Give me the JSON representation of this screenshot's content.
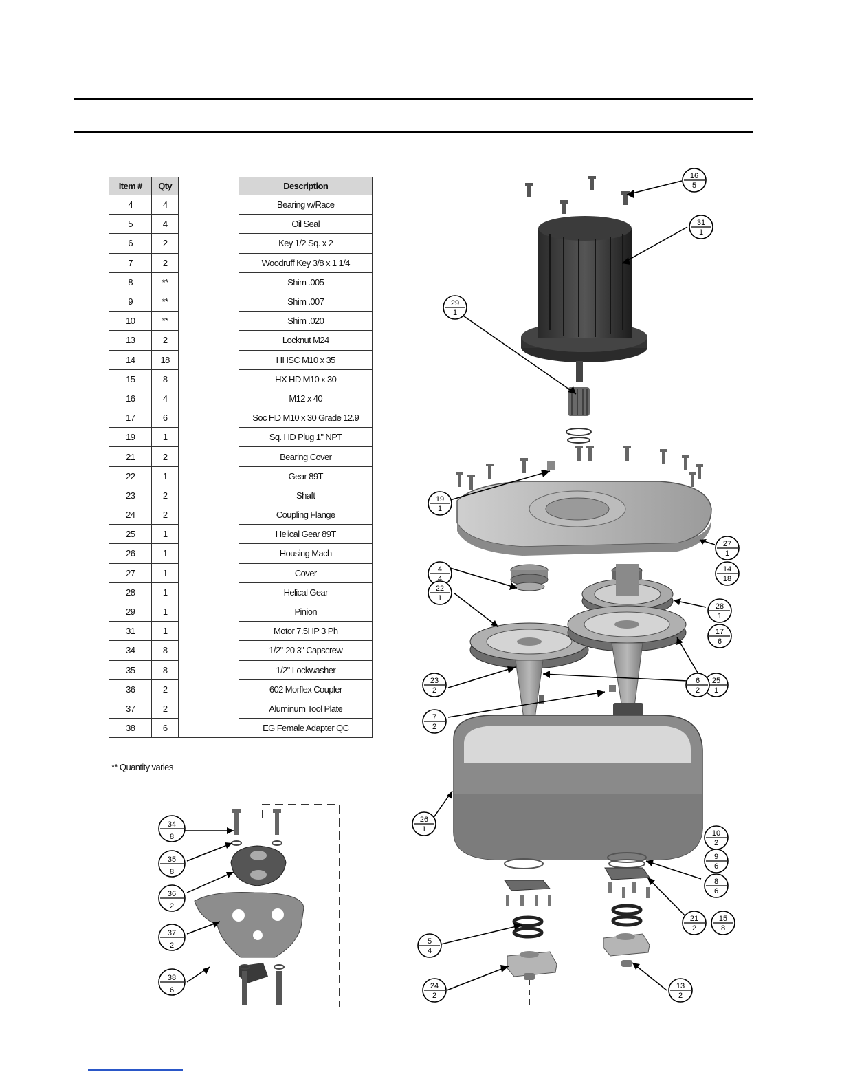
{
  "table": {
    "headers": [
      "Item #",
      "Qty",
      "",
      "Description"
    ],
    "rows": [
      [
        "4",
        "4",
        "Bearing w/Race"
      ],
      [
        "5",
        "4",
        "Oil Seal"
      ],
      [
        "6",
        "2",
        "Key 1/2 Sq. x 2"
      ],
      [
        "7",
        "2",
        "Woodruff Key 3/8 x 1 1/4"
      ],
      [
        "8",
        "**",
        "Shim .005"
      ],
      [
        "9",
        "**",
        "Shim .007"
      ],
      [
        "10",
        "**",
        "Shim .020"
      ],
      [
        "13",
        "2",
        "Locknut M24"
      ],
      [
        "14",
        "18",
        "HHSC M10 x 35"
      ],
      [
        "15",
        "8",
        "HX HD M10 x 30"
      ],
      [
        "16",
        "4",
        "M12 x 40"
      ],
      [
        "17",
        "6",
        "Soc HD M10 x 30 Grade 12.9"
      ],
      [
        "19",
        "1",
        "Sq. HD Plug 1\" NPT"
      ],
      [
        "21",
        "2",
        "Bearing Cover"
      ],
      [
        "22",
        "1",
        "Gear 89T"
      ],
      [
        "23",
        "2",
        "Shaft"
      ],
      [
        "24",
        "2",
        "Coupling Flange"
      ],
      [
        "25",
        "1",
        "Helical Gear 89T"
      ],
      [
        "26",
        "1",
        "Housing Mach"
      ],
      [
        "27",
        "1",
        "Cover"
      ],
      [
        "28",
        "1",
        "Helical Gear"
      ],
      [
        "29",
        "1",
        "Pinion"
      ],
      [
        "31",
        "1",
        "Motor 7.5HP 3 Ph"
      ],
      [
        "34",
        "8",
        "1/2\"-20 3\" Capscrew"
      ],
      [
        "35",
        "8",
        "1/2\" Lockwasher"
      ],
      [
        "36",
        "2",
        "602 Morflex Coupler"
      ],
      [
        "37",
        "2",
        "Aluminum Tool Plate"
      ],
      [
        "38",
        "6",
        "EG Female Adapter QC"
      ]
    ],
    "footnote": "** Quantity varies"
  },
  "callouts": [
    {
      "item": "16",
      "qty": "5"
    },
    {
      "item": "31",
      "qty": "1"
    },
    {
      "item": "29",
      "qty": "1"
    },
    {
      "item": "19",
      "qty": "1"
    },
    {
      "item": "27",
      "qty": "1"
    },
    {
      "item": "14",
      "qty": "18"
    },
    {
      "item": "4",
      "qty": "4"
    },
    {
      "item": "22",
      "qty": "1"
    },
    {
      "item": "28",
      "qty": "1"
    },
    {
      "item": "17",
      "qty": "6"
    },
    {
      "item": "25",
      "qty": "1"
    },
    {
      "item": "23",
      "qty": "2"
    },
    {
      "item": "6",
      "qty": "2"
    },
    {
      "item": "7",
      "qty": "2"
    },
    {
      "item": "26",
      "qty": "1"
    },
    {
      "item": "10",
      "qty": "2"
    },
    {
      "item": "9",
      "qty": "6"
    },
    {
      "item": "8",
      "qty": "6"
    },
    {
      "item": "21",
      "qty": "2"
    },
    {
      "item": "15",
      "qty": "8"
    },
    {
      "item": "5",
      "qty": "4"
    },
    {
      "item": "24",
      "qty": "2"
    },
    {
      "item": "13",
      "qty": "2"
    },
    {
      "item": "34",
      "qty": "8"
    },
    {
      "item": "35",
      "qty": "8"
    },
    {
      "item": "36",
      "qty": "2"
    },
    {
      "item": "37",
      "qty": "2"
    },
    {
      "item": "38",
      "qty": "6"
    }
  ]
}
